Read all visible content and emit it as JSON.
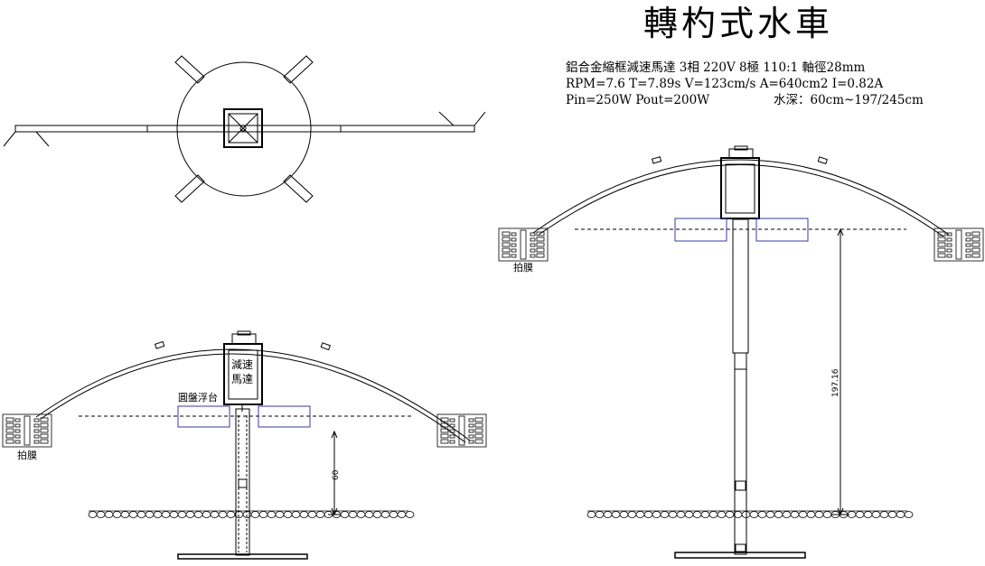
{
  "title": "轉杓式水車",
  "specs": {
    "line1": "鋁合金縮框減速馬達 3相 220V 8極 110:1 軸徑28mm",
    "line2": "RPM=7.6  T=7.89s  V=123cm/s  A=640cm2  I=0.82A",
    "line3a": "Pin=250W  Pout=200W",
    "line3b": "水深：60cm~197/245cm"
  },
  "labels": {
    "motor_line1": "減速",
    "motor_line2": "馬達",
    "float": "圓盤浮台",
    "paddle_left": "拍膜",
    "paddle_right_view": "拍膜",
    "depth_left": "60",
    "depth_right": "197.16"
  },
  "colors": {
    "line": "#000000",
    "float_outline": "#3a3aa0"
  }
}
